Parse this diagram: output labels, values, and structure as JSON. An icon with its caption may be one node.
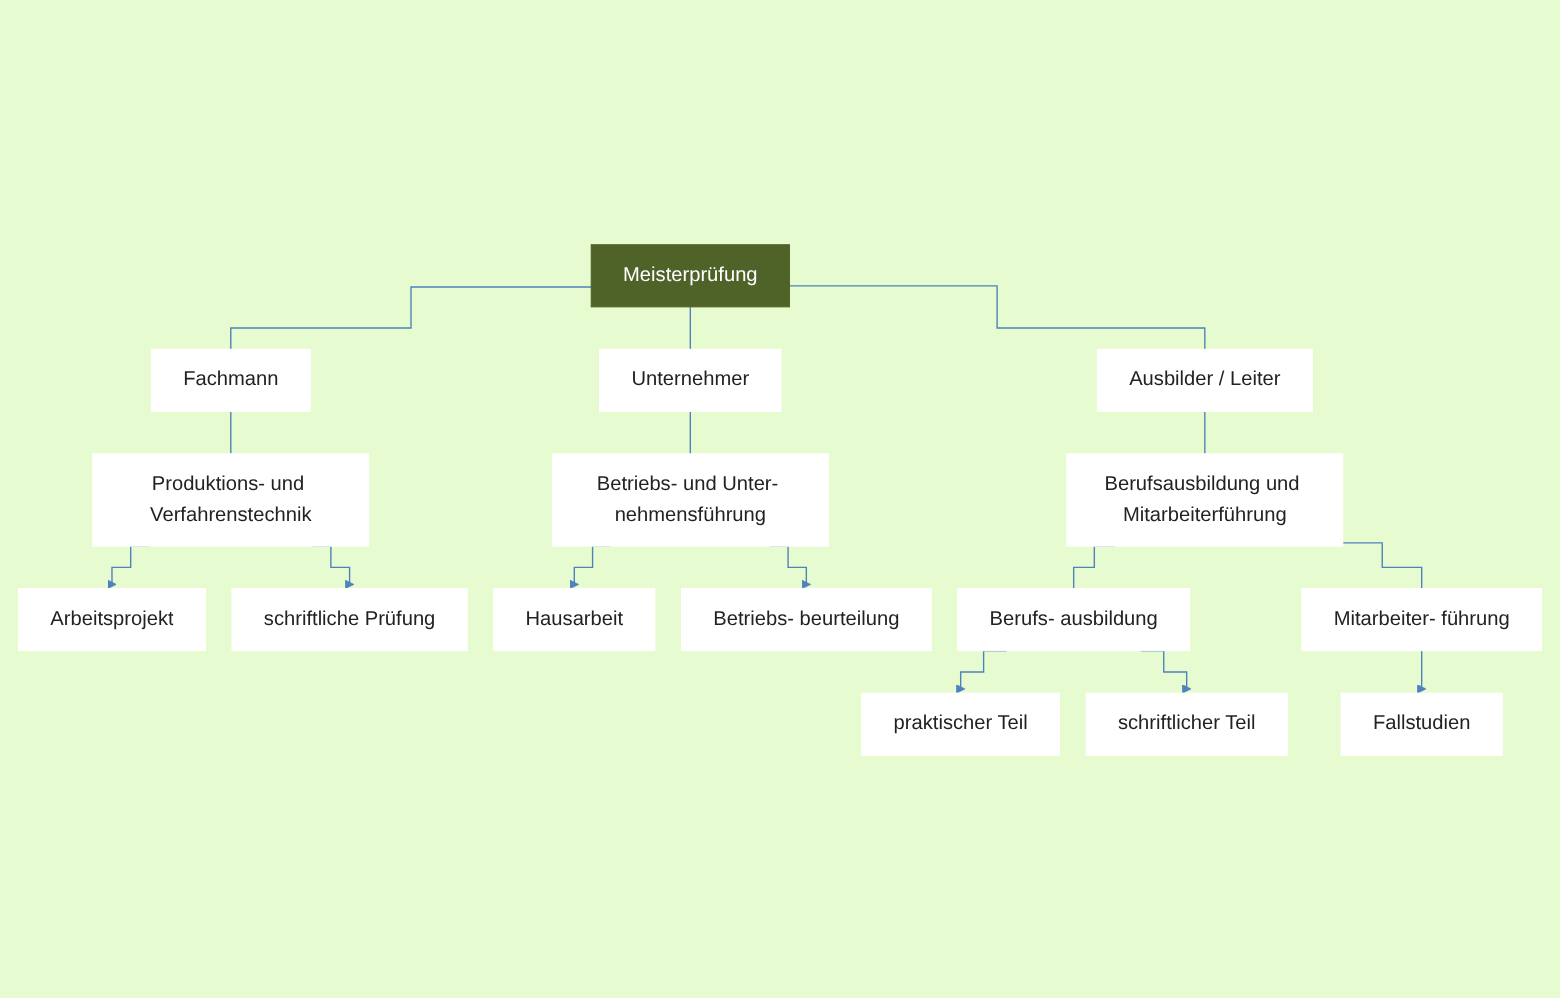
{
  "diagram": {
    "nodes": [
      {
        "text": [
          "Meisterprüfung"
        ]
      },
      {
        "text": [
          "Fachmann"
        ]
      },
      {
        "text": [
          "Unternehmer"
        ]
      },
      {
        "text": [
          "Ausbilder / Leiter"
        ]
      },
      {
        "text": [
          "Produktions- und Verfahrenstechnik"
        ]
      },
      {
        "text": [
          "Betriebs- und Unter- nehmensführung"
        ]
      },
      {
        "text": [
          "Berufsausbildung und Mitarbeiterführung"
        ]
      },
      {
        "text": [
          "Arbeitsprojekt"
        ]
      },
      {
        "text": [
          "schriftliche Prüfung"
        ]
      },
      {
        "text": [
          "Hausarbeit"
        ]
      },
      {
        "text": [
          "Betriebs- beurteilung"
        ]
      },
      {
        "text": [
          "Berufs- ausbildung"
        ]
      },
      {
        "text": [
          "Mitarbeiter- führung"
        ]
      },
      {
        "text": [
          "praktischer Teil"
        ]
      },
      {
        "text": [
          "schriftlicher Teil"
        ]
      },
      {
        "text": [
          "Fallstudien"
        ]
      }
    ],
    "edges": [
      {
        "from": 0,
        "to": 1,
        "arrow": "none"
      },
      {
        "from": 0,
        "to": 2,
        "arrow": "none"
      },
      {
        "from": 0,
        "to": 3,
        "arrow": "none"
      },
      {
        "from": 1,
        "to": 4,
        "arrow": "none"
      },
      {
        "from": 2,
        "to": 5,
        "arrow": "none"
      },
      {
        "from": 3,
        "to": 6,
        "arrow": "none"
      },
      {
        "from": 4,
        "to": 7,
        "arrow": "to"
      },
      {
        "from": 4,
        "to": 8,
        "arrow": "to"
      },
      {
        "from": 5,
        "to": 9,
        "arrow": "to"
      },
      {
        "from": 5,
        "to": 10,
        "arrow": "to"
      },
      {
        "from": 6,
        "to": 11,
        "arrow": "none"
      },
      {
        "from": 6,
        "to": 12,
        "arrow": "none"
      },
      {
        "from": 11,
        "to": 13,
        "arrow": "to"
      },
      {
        "from": 11,
        "to": 14,
        "arrow": "to"
      },
      {
        "from": 12,
        "to": 15,
        "arrow": "to"
      }
    ]
  }
}
